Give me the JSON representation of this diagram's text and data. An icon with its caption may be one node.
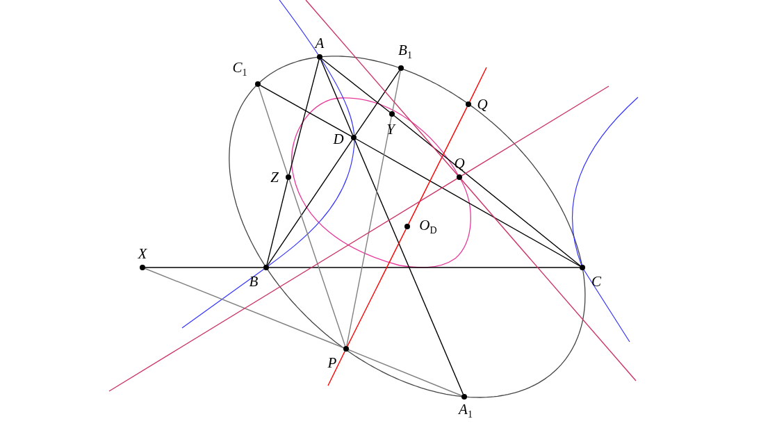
{
  "diagram": {
    "nodes": [
      {
        "text": [
          "A"
        ]
      },
      {
        "text": [
          "B$_{1}$"
        ]
      },
      {
        "text": [
          "C$_{1}$"
        ]
      },
      {
        "text": [
          "Q"
        ]
      },
      {
        "text": [
          "Y"
        ]
      },
      {
        "text": [
          "D"
        ]
      },
      {
        "text": [
          "Q"
        ]
      },
      {
        "text": [
          "Z"
        ]
      },
      {
        "text": [
          "O$_{D}$"
        ]
      },
      {
        "text": [
          "X"
        ]
      },
      {
        "text": [
          "B"
        ]
      },
      {
        "text": [
          "C"
        ]
      },
      {
        "text": [
          "P"
        ]
      },
      {
        "text": [
          "A$_{1}$"
        ]
      }
    ],
    "edges": [
      {
        "from": 0,
        "to": 7,
        "arrow": "none"
      },
      {
        "from": 7,
        "to": 10,
        "arrow": "none"
      },
      {
        "from": 0,
        "to": 4,
        "arrow": "none"
      },
      {
        "from": 4,
        "to": 11,
        "arrow": "none"
      },
      {
        "from": 9,
        "to": 10,
        "arrow": "none"
      },
      {
        "from": 10,
        "to": 11,
        "arrow": "none"
      },
      {
        "from": 0,
        "to": 5,
        "arrow": "none"
      },
      {
        "from": 5,
        "to": 13,
        "arrow": "none"
      },
      {
        "from": 10,
        "to": 5,
        "arrow": "none"
      },
      {
        "from": 5,
        "to": 1,
        "arrow": "none"
      },
      {
        "from": 2,
        "to": 5,
        "arrow": "none"
      },
      {
        "from": 5,
        "to": 11,
        "arrow": "none"
      },
      {
        "from": 2,
        "to": 7,
        "arrow": "none",
        "color": "#808080"
      },
      {
        "from": 7,
        "to": 12,
        "arrow": "none",
        "color": "#808080"
      },
      {
        "from": 1,
        "to": 4,
        "arrow": "none",
        "color": "#808080"
      },
      {
        "from": 4,
        "to": 12,
        "arrow": "none",
        "color": "#808080"
      },
      {
        "from": 9,
        "to": 12,
        "arrow": "none",
        "color": "#808080"
      },
      {
        "from": 12,
        "to": 13,
        "arrow": "none",
        "color": "#808080"
      },
      {
        "from": null,
        "to": 12,
        "arrow": "none",
        "color": "#ff0000"
      },
      {
        "from": 12,
        "to": 8,
        "arrow": "none",
        "color": "#ff0000"
      },
      {
        "from": 8,
        "to": 3,
        "arrow": "none",
        "color": "#ff0000"
      },
      {
        "from": 3,
        "to": null,
        "arrow": "none",
        "color": "#ff0000"
      },
      {
        "from": null,
        "to": 6,
        "arrow": "none",
        "color": "#cc3366"
      },
      {
        "from": 6,
        "to": null,
        "arrow": "none",
        "color": "#cc3366"
      },
      {
        "from": null,
        "to": 6,
        "arrow": "none",
        "color": "#cc3366"
      },
      {
        "from": 6,
        "to": null,
        "arrow": "none",
        "color": "#cc3366"
      }
    ]
  }
}
